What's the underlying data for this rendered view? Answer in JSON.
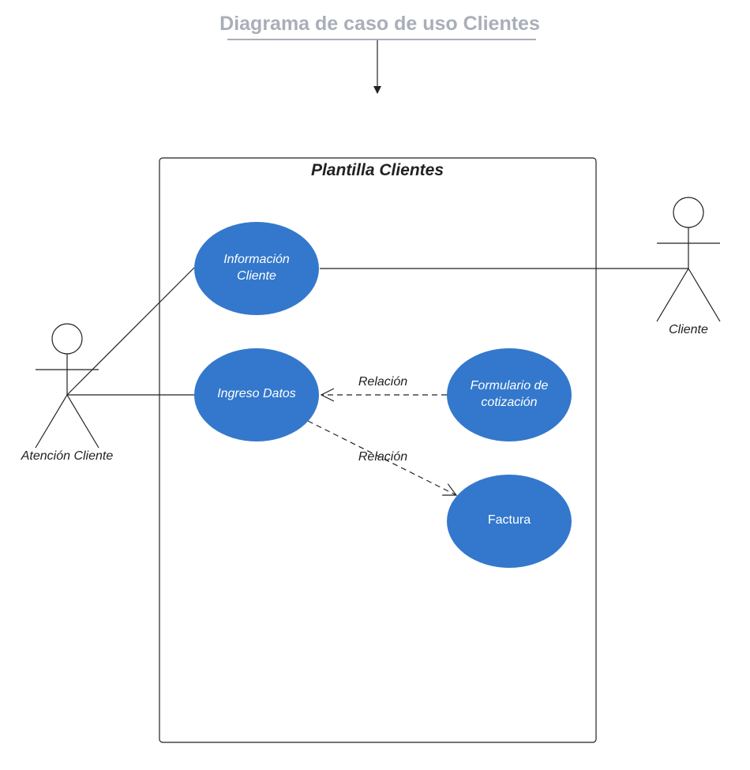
{
  "diagram": {
    "title": "Diagrama de caso de uso Clientes",
    "system": {
      "label": "Plantilla Clientes"
    },
    "use_cases": {
      "informacion_cliente": {
        "lines": [
          "Información",
          "Cliente"
        ]
      },
      "ingreso_datos": {
        "lines": [
          "Ingreso Datos"
        ]
      },
      "formulario_cotizacion": {
        "lines": [
          "Formulario de",
          "cotización"
        ]
      },
      "factura": {
        "lines": [
          "Factura"
        ]
      }
    },
    "actors": {
      "atencion_cliente": {
        "label": "Atención Cliente"
      },
      "cliente": {
        "label": "Cliente"
      }
    },
    "relations": {
      "formulario_to_ingreso": {
        "label": "Relación"
      },
      "ingreso_to_factura": {
        "label": "Relación"
      }
    },
    "colors": {
      "use_case_fill": "#3378cc",
      "title": "#a9aeb8",
      "line": "#222222"
    }
  }
}
